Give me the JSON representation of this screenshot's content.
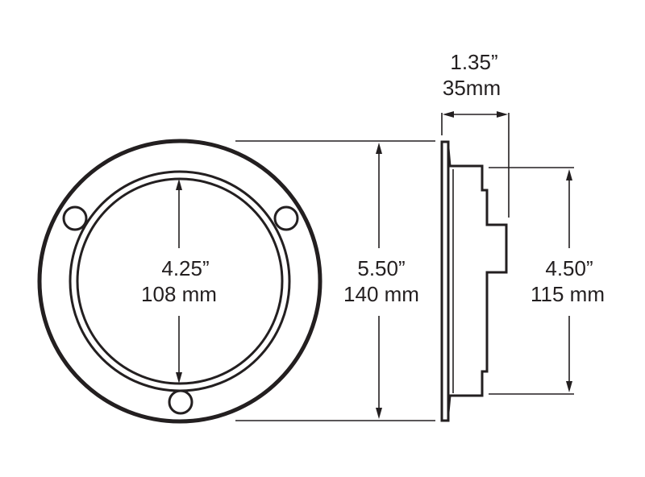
{
  "dimensions": {
    "inner_diameter": {
      "inches": "4.25”",
      "mm": "108 mm"
    },
    "outer_diameter": {
      "inches": "5.50”",
      "mm": "140 mm"
    },
    "depth": {
      "inches": "1.35”",
      "mm": "35mm"
    },
    "side_height": {
      "inches": "4.50”",
      "mm": "115 mm"
    }
  },
  "colors": {
    "line": "#231f20",
    "background": "#ffffff"
  }
}
